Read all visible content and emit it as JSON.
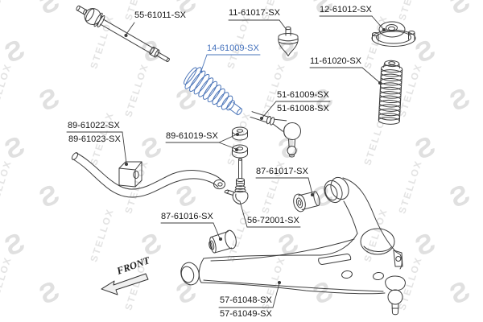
{
  "watermark": {
    "text": "STELLOX",
    "logo_glyph": "Ƨ",
    "color": "#e3e3e3"
  },
  "colors": {
    "line": "#3c3c3c",
    "highlight": "#4a74b8",
    "label": "#161616",
    "highlight_label": "#4472bd"
  },
  "front_label": "FRONT",
  "labels": {
    "tie_rod_axial": "55-61011-SX",
    "bump_stop": "11-61017-SX",
    "strut_mount": "12-61012-SX",
    "steering_rack_boot": "14-61009-SX",
    "shock_dust_boot": "11-61020-SX",
    "tie_rod_end_a": "51-61009-SX",
    "tie_rod_end_b": "51-61008-SX",
    "stabilizer_bushing_a": "89-61022-SX",
    "stabilizer_bushing_b": "89-61023-SX",
    "link_bushings": "89-61019-SX",
    "arm_rear_bushing": "87-61017-SX",
    "stabilizer_link": "56-72001-SX",
    "arm_front_bushing": "87-61016-SX",
    "control_arm_a": "57-61048-SX",
    "control_arm_b": "57-61049-SX"
  }
}
